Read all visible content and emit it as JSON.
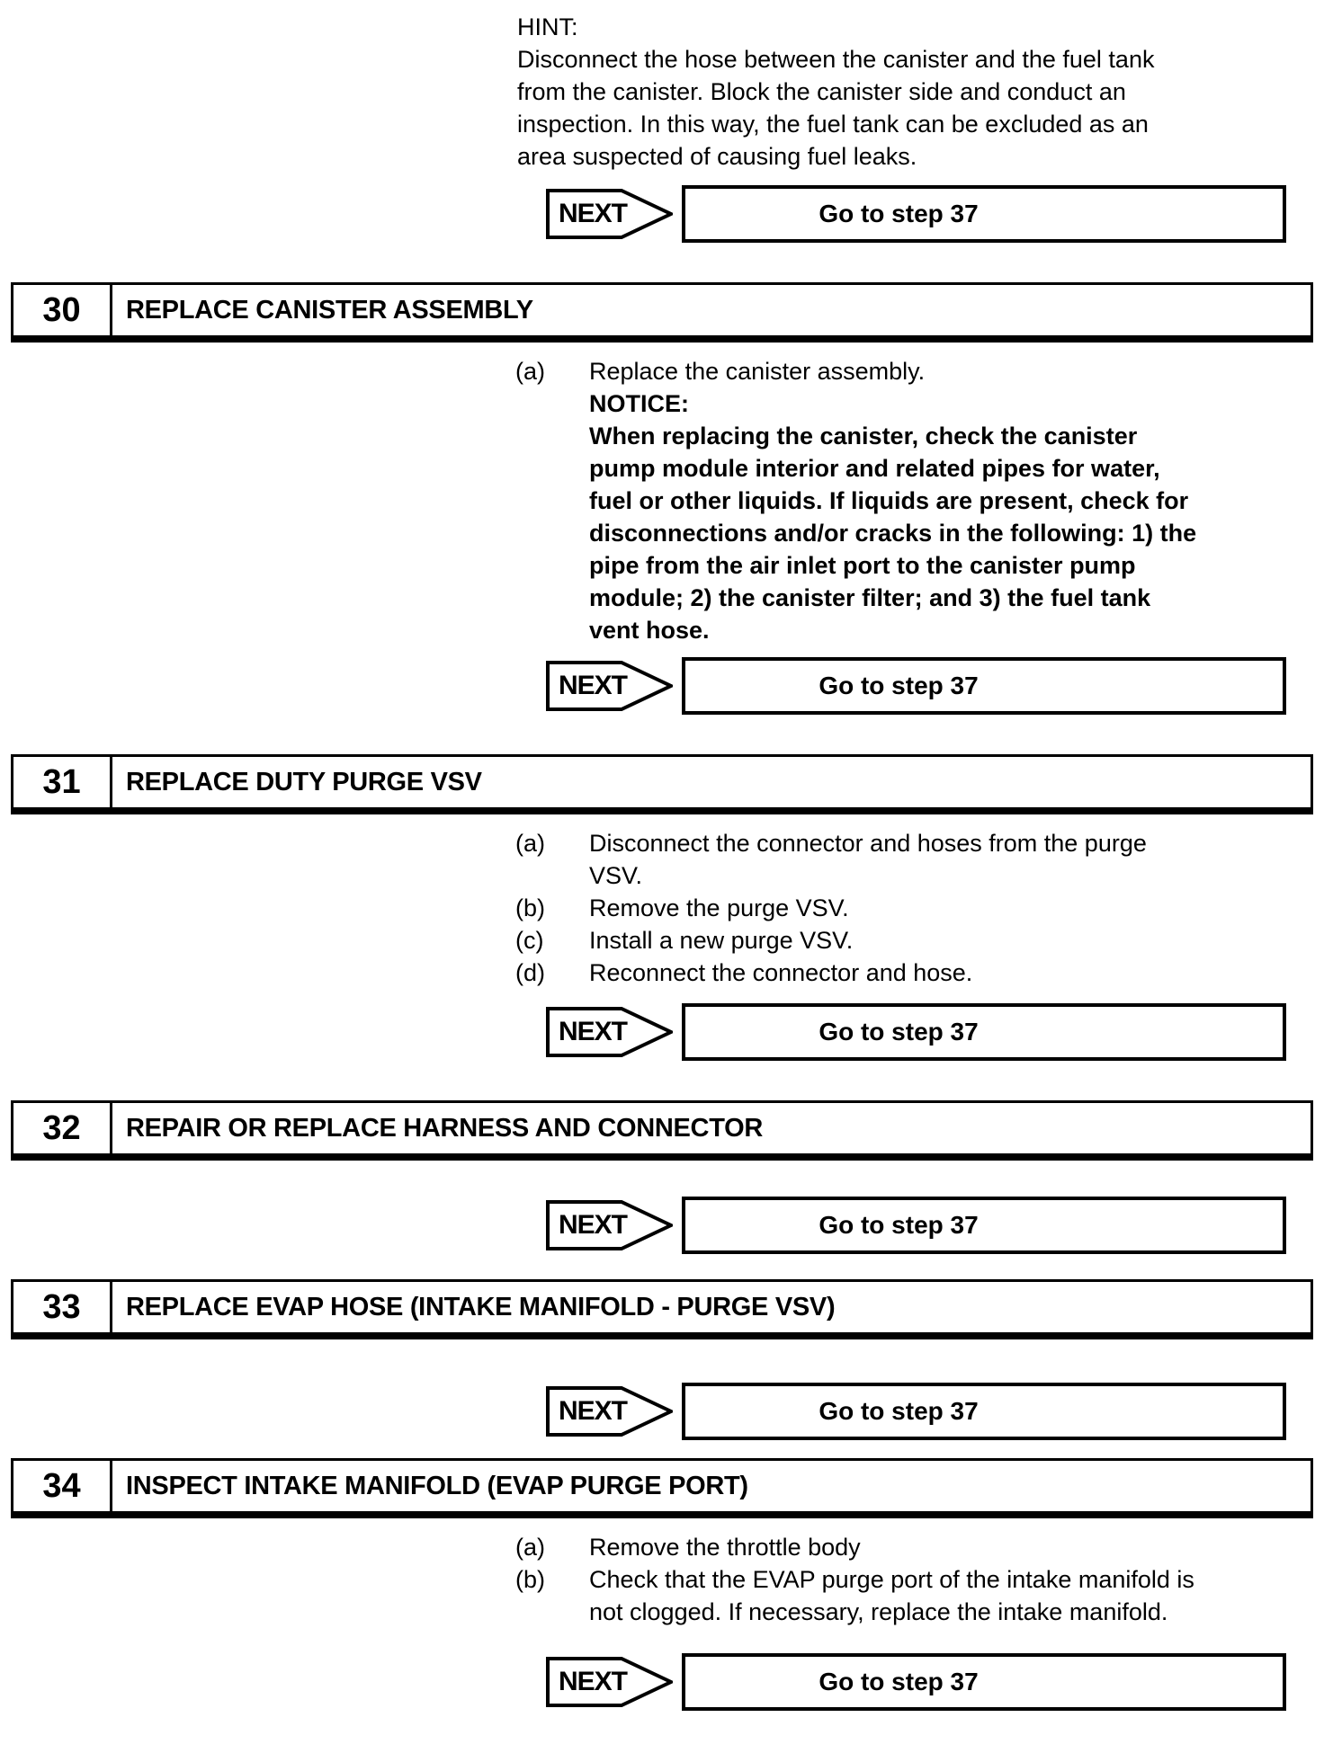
{
  "colors": {
    "ink": "#000000",
    "paper": "#ffffff"
  },
  "hint": {
    "label": "HINT:",
    "text": "Disconnect the hose between the canister and the fuel tank\nfrom the canister. Block the canister side and conduct an\ninspection. In this way, the fuel tank can be excluded as an\narea suspected of causing fuel leaks."
  },
  "next": {
    "label": "NEXT",
    "target": "Go to step 37"
  },
  "steps": [
    {
      "number": "30",
      "title": "REPLACE CANISTER ASSEMBLY",
      "items": [
        {
          "marker": "(a)",
          "text": "Replace the canister assembly.",
          "notice_label": "NOTICE:",
          "notice": "When replacing the canister, check the canister\npump module interior and related pipes for water,\nfuel or other liquids. If liquids are present, check for\ndisconnections and/or cracks in the following: 1) the\npipe from the air inlet port to the canister pump\nmodule; 2) the canister filter; and 3) the fuel tank\nvent hose."
        }
      ]
    },
    {
      "number": "31",
      "title": "REPLACE DUTY PURGE VSV",
      "items": [
        {
          "marker": "(a)",
          "text": "Disconnect the connector and hoses from the purge\nVSV."
        },
        {
          "marker": "(b)",
          "text": "Remove the purge VSV."
        },
        {
          "marker": "(c)",
          "text": "Install a new purge VSV."
        },
        {
          "marker": "(d)",
          "text": "Reconnect the connector and hose."
        }
      ]
    },
    {
      "number": "32",
      "title": "REPAIR OR REPLACE HARNESS AND CONNECTOR",
      "items": []
    },
    {
      "number": "33",
      "title": "REPLACE EVAP HOSE (INTAKE MANIFOLD - PURGE VSV)",
      "items": []
    },
    {
      "number": "34",
      "title": "INSPECT INTAKE MANIFOLD (EVAP PURGE PORT)",
      "items": [
        {
          "marker": "(a)",
          "text": "Remove the throttle body"
        },
        {
          "marker": "(b)",
          "text": "Check that the EVAP purge port of the intake manifold is\nnot clogged. If necessary, replace the intake manifold."
        }
      ]
    }
  ]
}
